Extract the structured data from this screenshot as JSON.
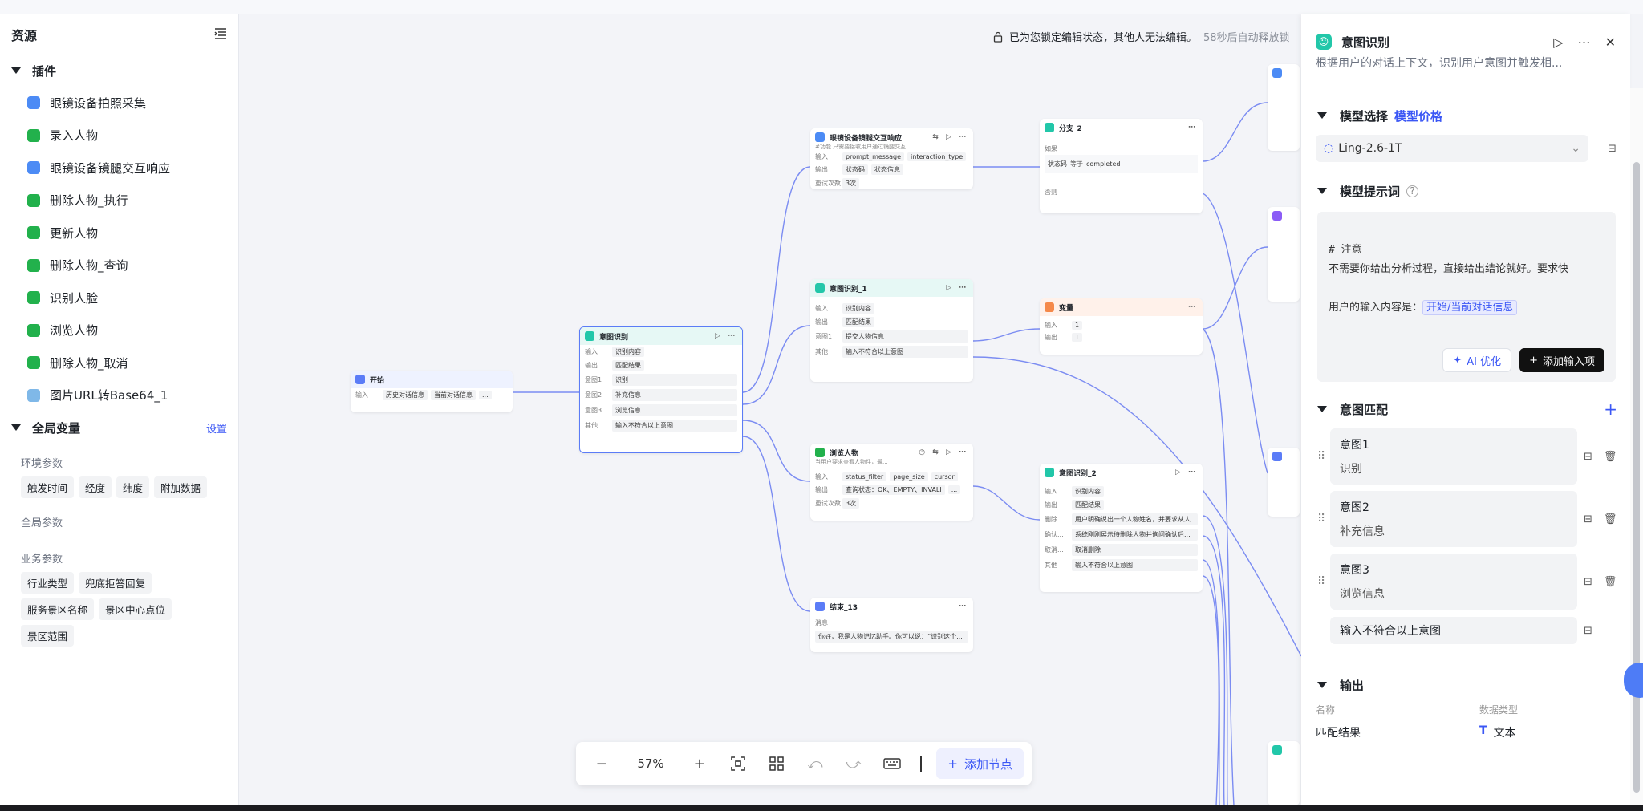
{
  "sidebar": {
    "title": "资源",
    "plugins_title": "插件",
    "plugins": [
      {
        "label": "眼镜设备拍照采集",
        "color": "#4c8bf5"
      },
      {
        "label": "录入人物",
        "color": "#22b14c"
      },
      {
        "label": "眼镜设备镜腿交互响应",
        "color": "#4c8bf5"
      },
      {
        "label": "删除人物_执行",
        "color": "#22b14c"
      },
      {
        "label": "更新人物",
        "color": "#22b14c"
      },
      {
        "label": "删除人物_查询",
        "color": "#22b14c"
      },
      {
        "label": "识别人脸",
        "color": "#22b14c"
      },
      {
        "label": "浏览人物",
        "color": "#22b14c"
      },
      {
        "label": "删除人物_取消",
        "color": "#22b14c"
      },
      {
        "label": "图片URL转Base64_1",
        "color": "#7fb8e8"
      }
    ],
    "global_vars_title": "全局变量",
    "settings_link": "设置",
    "env_title": "环境参数",
    "env_tags": [
      "触发时间",
      "经度",
      "纬度",
      "附加数据"
    ],
    "global_title": "全局参数",
    "biz_title": "业务参数",
    "biz_tags": [
      "行业类型",
      "兜底拒答回复",
      "服务景区名称",
      "景区中心点位",
      "景区范围"
    ]
  },
  "lock": {
    "message": "已为您锁定编辑状态，其他人无法编辑。",
    "countdown": "58秒后自动释放锁"
  },
  "nodes": {
    "start": {
      "title": "开始",
      "in_label": "输入",
      "in1": "历史对话信息",
      "in2": "当前对话信息",
      "more": "..."
    },
    "intent": {
      "title": "意图识别",
      "in_label": "输入",
      "in_val": "识别内容",
      "out_label": "输出",
      "out_val": "匹配结果",
      "i1k": "意图1",
      "i1v": "识别",
      "i2k": "意图2",
      "i2v": "补充信息",
      "i3k": "意图3",
      "i3v": "浏览信息",
      "ok": "其他",
      "ov": "输入不符合以上意图"
    },
    "glasses": {
      "title": "眼镜设备镜腿交互响应",
      "desc": "#功能 只需要接收用户通过镜腿交互...",
      "in_label": "输入",
      "in1": "prompt_message",
      "in2": "interaction_type",
      "out_label": "输出",
      "out1": "状态码",
      "out2": "状态信息",
      "retry_label": "重试次数",
      "retry": "3次"
    },
    "branch": {
      "title": "分支_2",
      "if_label": "如果",
      "cond_a": "状态码",
      "cond_op": "等于",
      "cond_b": "completed",
      "else_label": "否则"
    },
    "intent1": {
      "title": "意图识别_1",
      "in_label": "输入",
      "in_val": "识别内容",
      "out_label": "输出",
      "out_val": "匹配结果",
      "i1k": "意图1",
      "i1v": "提交人物信息",
      "ok": "其他",
      "ov": "输入不符合以上意图"
    },
    "variable": {
      "title": "变量",
      "in_label": "输入",
      "in_val": "1",
      "out_label": "输出",
      "out_val": "1"
    },
    "browse": {
      "title": "浏览人物",
      "desc": "当用户要求查看人物件，最...",
      "in_label": "输入",
      "in1": "status_filter",
      "in2": "page_size",
      "in3": "cursor",
      "out_label": "输出",
      "out1": "查询状态：OK、EMPTY、INVALI",
      "more": "...",
      "retry_label": "重试次数",
      "retry": "3次"
    },
    "intent2": {
      "title": "意图识别_2",
      "in_label": "输入",
      "in_val": "识别内容",
      "out_label": "输出",
      "out_val": "匹配结果",
      "r1k": "删除...",
      "r1v": "用户明确说出一个人物姓名，并要求从人...",
      "r2k": "确认...",
      "r2v": "系统刚刚展示待删除人物并询问确认后...",
      "r3k": "取消...",
      "r3v": "取消删除",
      "ok": "其他",
      "ov": "输入不符合以上意图"
    },
    "end13": {
      "title": "结束_13",
      "msg_label": "消息",
      "msg": "你好，我是人物记忆助手。你可以说：“识别这个..."
    }
  },
  "toolbar": {
    "zoom": "57%",
    "add_node": "添加节点"
  },
  "panel": {
    "title": "意图识别",
    "desc": "根据用户的对话上下文，识别用户意图并触发相...",
    "model_title": "模型选择",
    "model_price": "模型价格",
    "model_name": "Ling-2.6-1T",
    "prompt_title": "模型提示词",
    "prompt_line1": "# 注意",
    "prompt_line2": "不需要你给出分析过程，直接给出结论就好。要求快",
    "prompt_line3": "用户的输入内容是：",
    "prompt_ref": "开始/当前对话信息",
    "ai_opt": "AI 优化",
    "add_input": "添加输入项",
    "match_title": "意图匹配",
    "intents": [
      {
        "name": "意图1",
        "value": "识别"
      },
      {
        "name": "意图2",
        "value": "补充信息"
      },
      {
        "name": "意图3",
        "value": "浏览信息"
      }
    ],
    "other_intent": "输入不符合以上意图",
    "output_title": "输出",
    "col_name": "名称",
    "col_type": "数据类型",
    "out_name": "匹配结果",
    "out_type": "文本"
  }
}
